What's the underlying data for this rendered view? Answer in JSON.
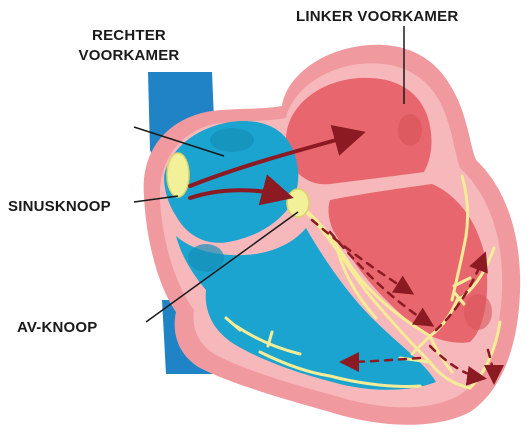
{
  "labels": {
    "right_atrium_line1": "RECHTER",
    "right_atrium_line2": "VOORKAMER",
    "left_atrium": "LINKER VOORKAMER",
    "sa_node": "SINUSKNOOP",
    "av_node": "AV-KNOOP"
  },
  "colors": {
    "outer_wall": "#f09aa0",
    "outer_wall_light": "#f6b8bb",
    "inner_pink": "#f3a7ab",
    "left_chamber": "#e8666d",
    "right_chamber": "#1aa4cf",
    "vessel": "#2083c6",
    "node": "#f3f09a",
    "node_stroke": "#dcd46a",
    "conduction": "#f5ec98",
    "arrow": "#8b1a22",
    "leader": "#1a1a1a"
  }
}
